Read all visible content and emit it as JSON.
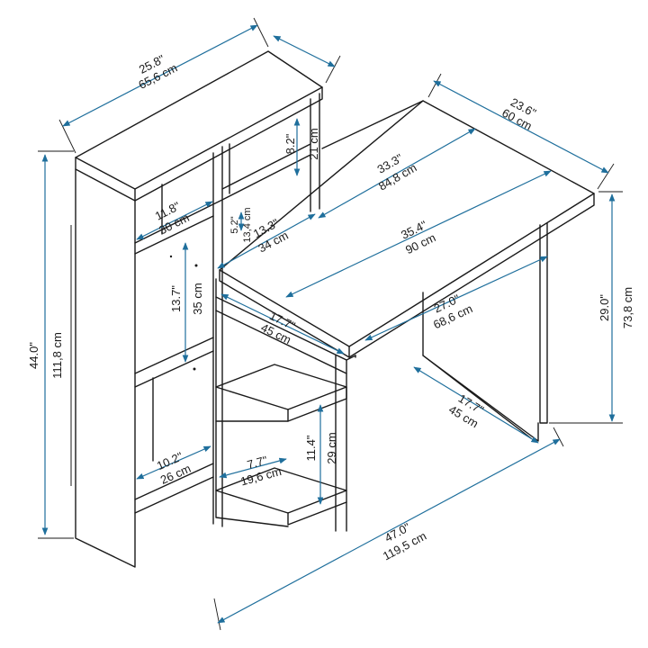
{
  "dimensions": {
    "top_width": {
      "in": "25.8\"",
      "cm": "65,6 cm"
    },
    "top_depth": {
      "in": "",
      "cm": ""
    },
    "desk_depth": {
      "in": "23.6\"",
      "cm": "60 cm"
    },
    "top_shelf_h": {
      "in": "8.2\"",
      "cm": "21 cm"
    },
    "desk_inner": {
      "in": "33.3\"",
      "cm": "84,8 cm"
    },
    "shelf_width": {
      "in": "11.8\"",
      "cm": "30 cm"
    },
    "small_gap": {
      "in": "5.2\"",
      "cm": "13,4 cm"
    },
    "mid_width": {
      "in": "13.3\"",
      "cm": "34 cm"
    },
    "desk_width": {
      "in": "35.4\"",
      "cm": "90 cm"
    },
    "total_height": {
      "in": "44.0\"",
      "cm": "111,8 cm"
    },
    "shelf_height": {
      "in": "13.7\"",
      "cm": "35 cm"
    },
    "desk_height": {
      "in": "29.0\"",
      "cm": "73,8 cm"
    },
    "knee_width": {
      "in": "27.0\"",
      "cm": "68,6 cm"
    },
    "lower_depth": {
      "in": "17.7\"",
      "cm": "45 cm"
    },
    "leg_depth": {
      "in": "17.7\"",
      "cm": "45 cm"
    },
    "bottom_shelf": {
      "in": "10.2\"",
      "cm": "26 cm"
    },
    "small_shelf": {
      "in": "7.7\"",
      "cm": "19,6 cm"
    },
    "lower_shelf_h": {
      "in": "11.4\"",
      "cm": "29 cm"
    },
    "total_width": {
      "in": "47.0\"",
      "cm": "119,5 cm"
    }
  },
  "colors": {
    "line": "#1a1a1a",
    "dimension": "#1f6f9c"
  }
}
